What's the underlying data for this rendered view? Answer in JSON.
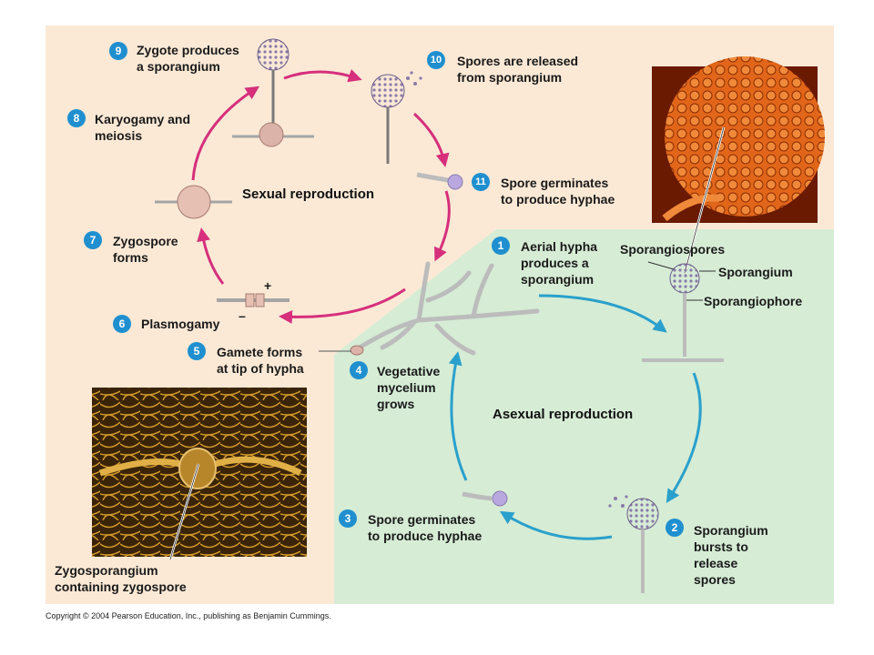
{
  "steps": [
    {
      "num": "1",
      "line1": "Aerial hypha",
      "line2": "produces a",
      "line3": "sporangium"
    },
    {
      "num": "2",
      "line1": "Sporangium",
      "line2": "bursts to",
      "line3": "release",
      "line4": "spores"
    },
    {
      "num": "3",
      "line1": "Spore germinates",
      "line2": "to produce hyphae"
    },
    {
      "num": "4",
      "line1": "Vegetative",
      "line2": "mycelium",
      "line3": "grows"
    },
    {
      "num": "5",
      "line1": "Gamete forms",
      "line2": "at tip of hypha"
    },
    {
      "num": "6",
      "line1": "Plasmogamy"
    },
    {
      "num": "7",
      "line1": "Zygospore",
      "line2": "forms"
    },
    {
      "num": "8",
      "line1": "Karyogamy and",
      "line2": "meiosis"
    },
    {
      "num": "9",
      "line1": "Zygote produces",
      "line2": "a sporangium"
    },
    {
      "num": "10",
      "line1": "Spores are released",
      "line2": "from sporangium"
    },
    {
      "num": "11",
      "line1": "Spore germinates",
      "line2": "to produce hyphae"
    }
  ],
  "cycles": {
    "sexual": "Sexual reproduction",
    "asexual": "Asexual reproduction"
  },
  "structure_labels": {
    "sporangiospores": "Sporangiospores",
    "sporangium": "Sporangium",
    "sporangiophore": "Sporangiophore"
  },
  "micrograph_caption": {
    "line1": "Zygosporangium",
    "line2": "containing zygospore"
  },
  "mating_signs": {
    "plus": "+",
    "minus": "–"
  },
  "copyright": "Copyright © 2004 Pearson Education, Inc., publishing as Benjamin Cummings.",
  "colors": {
    "sexual_bg": "#fbe9d6",
    "asexual_bg": "#d6ecd5",
    "sexual_arrow": "#d62f7c",
    "asexual_arrow": "#2aa0cc",
    "badge": "#1f8fcf"
  }
}
